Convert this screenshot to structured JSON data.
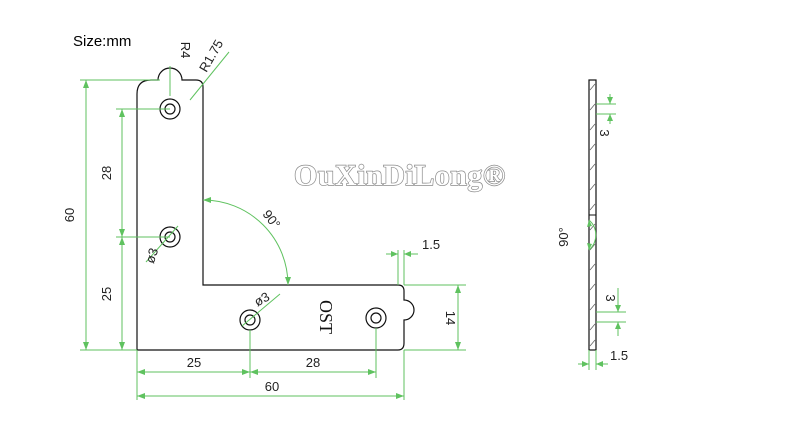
{
  "units_label": "Size:mm",
  "watermark": "OuXinDiLong®",
  "part_stamp": "OST",
  "front_view": {
    "corner_radius_label": "R4",
    "edge_radius_label": "R1.75",
    "overall_height": "60",
    "upper_hole_spacing": "28",
    "lower_hole_spacing": "25",
    "hole_diameter_vertical": "ø3",
    "hole_diameter_horizontal": "ø3",
    "angle_label": "90°",
    "thickness_label": "1.5",
    "arm_width": "14",
    "left_hole_spacing": "25",
    "right_hole_spacing": "28",
    "overall_width": "60"
  },
  "side_view": {
    "top_gap_label": "3",
    "bend_angle_label": "90°",
    "bottom_gap_label": "3",
    "thickness_label": "1.5"
  },
  "colors": {
    "dimension_lines": "#5fc25f",
    "outline": "#111111",
    "text": "#222222"
  }
}
